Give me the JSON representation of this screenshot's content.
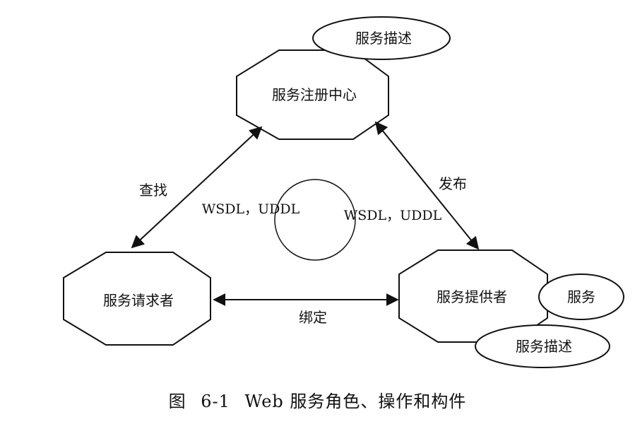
{
  "nodes": {
    "registry": "服务注册中心",
    "registry_description": "服务描述",
    "requester": "服务请求者",
    "provider": "服务提供者",
    "provider_service": "服务",
    "provider_description": "服务描述"
  },
  "edges": {
    "find": "查找",
    "publish": "发布",
    "bind": "绑定",
    "left_protocols": "WSDL，UDDL",
    "right_protocols": "WSDL，UDDL"
  },
  "caption": {
    "figure_label": "图",
    "figure_number": "6-1",
    "title": "Web 服务角色、操作和构件"
  }
}
